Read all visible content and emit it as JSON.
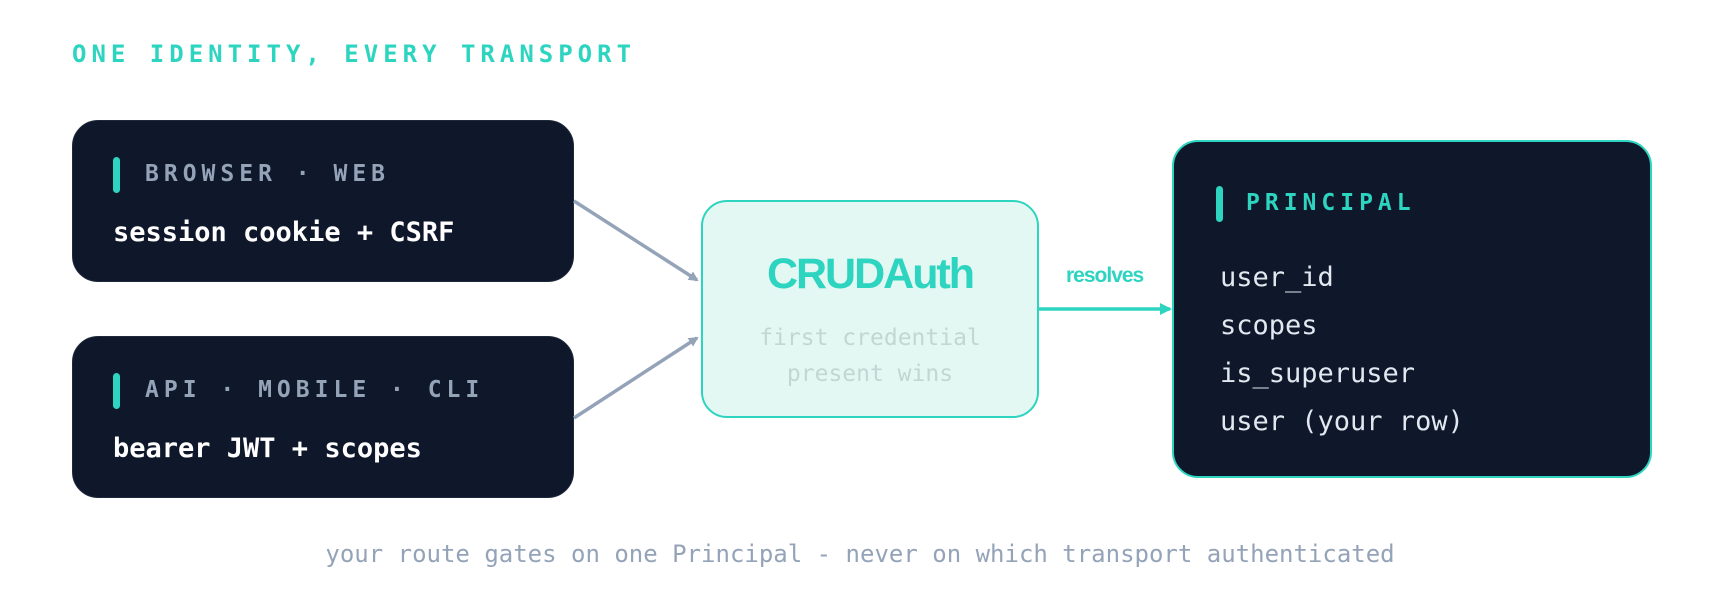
{
  "heading": "ONE IDENTITY, EVERY TRANSPORT",
  "sources": [
    {
      "kicker": "BROWSER · WEB",
      "credential": "session cookie + CSRF"
    },
    {
      "kicker": "API · MOBILE · CLI",
      "credential": "bearer JWT + scopes"
    }
  ],
  "hub": {
    "title": "CRUDAuth",
    "subtitle_lines": [
      "first credential",
      "present wins"
    ]
  },
  "edge_label": "resolves",
  "principal": {
    "kicker": "PRINCIPAL",
    "fields": [
      "user_id",
      "scopes",
      "is_superuser",
      "user (your row)"
    ]
  },
  "footer": "your route gates on one Principal - never on which transport authenticated",
  "colors": {
    "accent": "#2dd4bf",
    "card_background": "#0f172a",
    "hub_background": "#e3f7f3",
    "muted_text": "#94a3b8",
    "connector": "#94a3b8"
  }
}
